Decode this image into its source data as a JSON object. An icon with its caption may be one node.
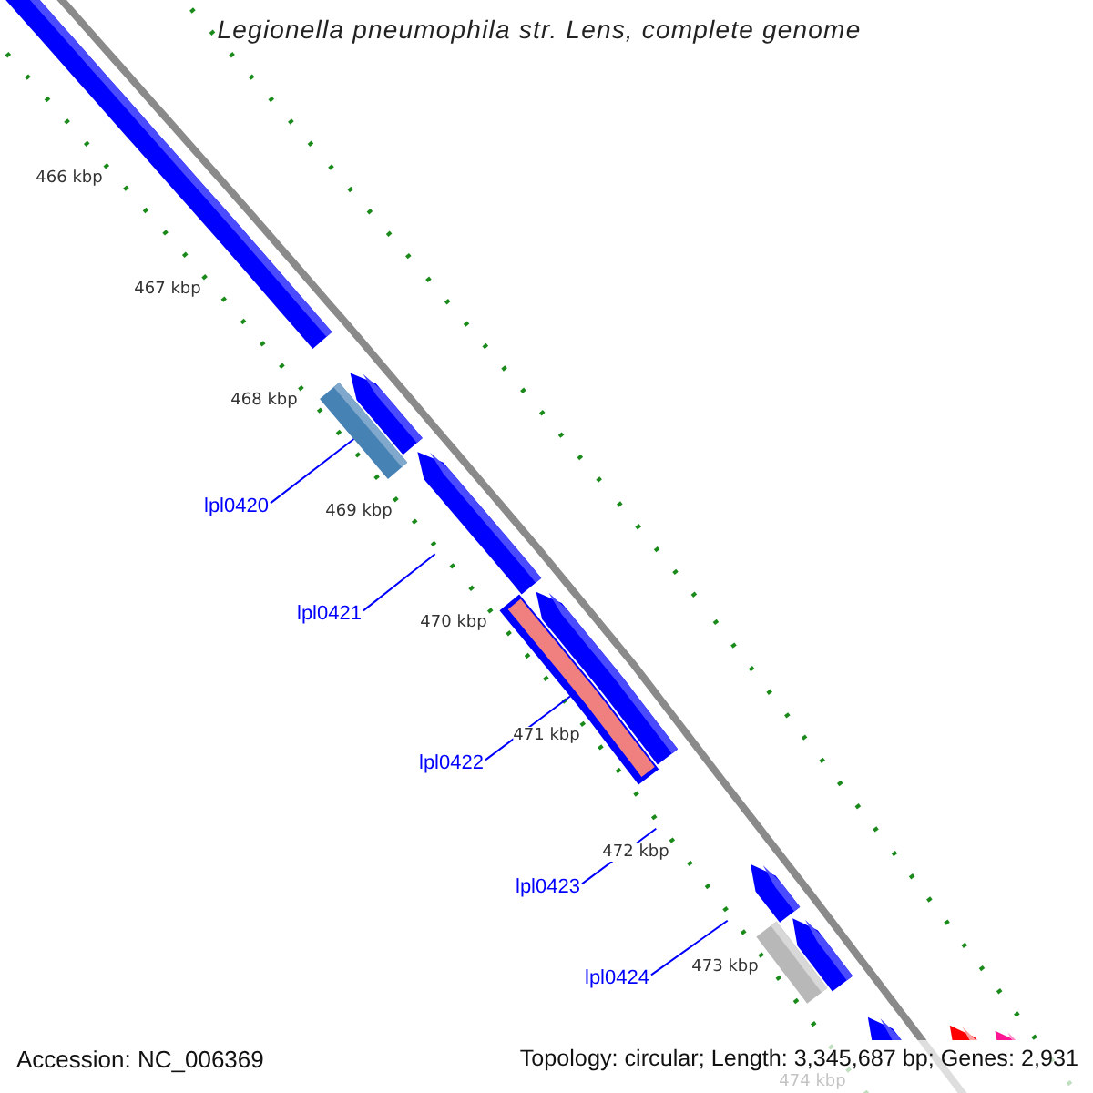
{
  "diagram": {
    "title": "Legionella pneumophila str. Lens, complete genome",
    "nodes": [
      {
        "text": [
          "lpl0420"
        ]
      },
      {
        "text": [],
        "shape": "bar"
      },
      {
        "text": [
          "lpl0421"
        ]
      },
      {
        "text": [
          "lpl0422"
        ]
      },
      {
        "text": [],
        "shape": "bar"
      },
      {
        "text": [
          "lpl0423"
        ]
      },
      {
        "text": [
          "lpl0424"
        ]
      },
      {
        "text": [],
        "shape": "bar"
      },
      {
        "text": [],
        "shape": "bar"
      },
      {
        "text": [],
        "shape": "bar"
      },
      {
        "text": [],
        "shape": "bar"
      },
      {
        "text": [],
        "shape": "bar"
      },
      {
        "text": [],
        "shape": "bar"
      },
      {
        "text": [],
        "shape": "bar"
      },
      {
        "text": [],
        "shape": "bar"
      },
      {
        "text": [],
        "shape": "bar"
      },
      {
        "text": [],
        "shape": "bar"
      }
    ],
    "edges": [
      {
        "from": 0,
        "to": 1,
        "arrow": "none"
      },
      {
        "from": 2,
        "to": null,
        "arrow": "none"
      },
      {
        "from": 3,
        "to": 4,
        "arrow": "none"
      },
      {
        "from": 5,
        "to": null,
        "arrow": "none"
      },
      {
        "from": 6,
        "to": null,
        "arrow": "none"
      }
    ],
    "labels": [
      "466 kbp",
      "467 kbp",
      "468 kbp",
      "469 kbp",
      "470 kbp",
      "471 kbp",
      "472 kbp",
      "473 kbp",
      "474 kbp",
      "Accession: NC_006369",
      "Topology: circular; Length: 3,345,687 bp; Genes: 2,931"
    ]
  }
}
